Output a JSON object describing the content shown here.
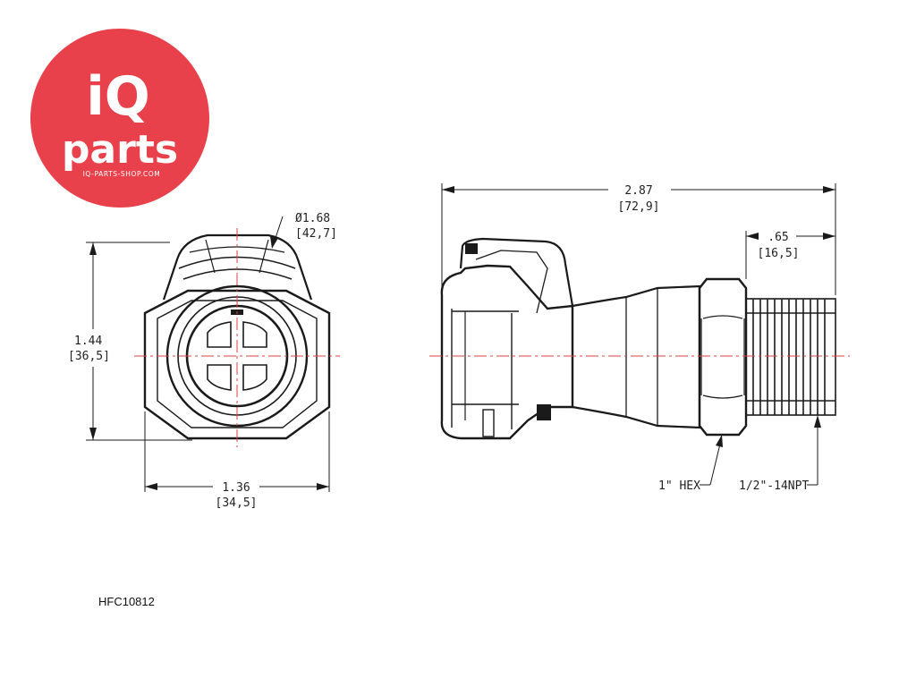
{
  "logo": {
    "line1": "iQ",
    "line2": "parts",
    "url": "IQ-PARTS-SHOP.COM",
    "color": "#E8414B"
  },
  "front_view": {
    "diameter_in": "Ø1.68",
    "diameter_mm": "[42,7]",
    "height_in": "1.44",
    "height_mm": "[36,5]",
    "width_in": "1.36",
    "width_mm": "[34,5]"
  },
  "side_view": {
    "length_in": "2.87",
    "length_mm": "[72,9]",
    "thread_len_in": ".65",
    "thread_len_mm": "[16,5]",
    "hex_label": "1\" HEX",
    "thread_label": "1/2\"-14NPT"
  },
  "part_number": "HFC10812",
  "colors": {
    "line": "#1a1a1a",
    "center_line": "#e04040"
  }
}
